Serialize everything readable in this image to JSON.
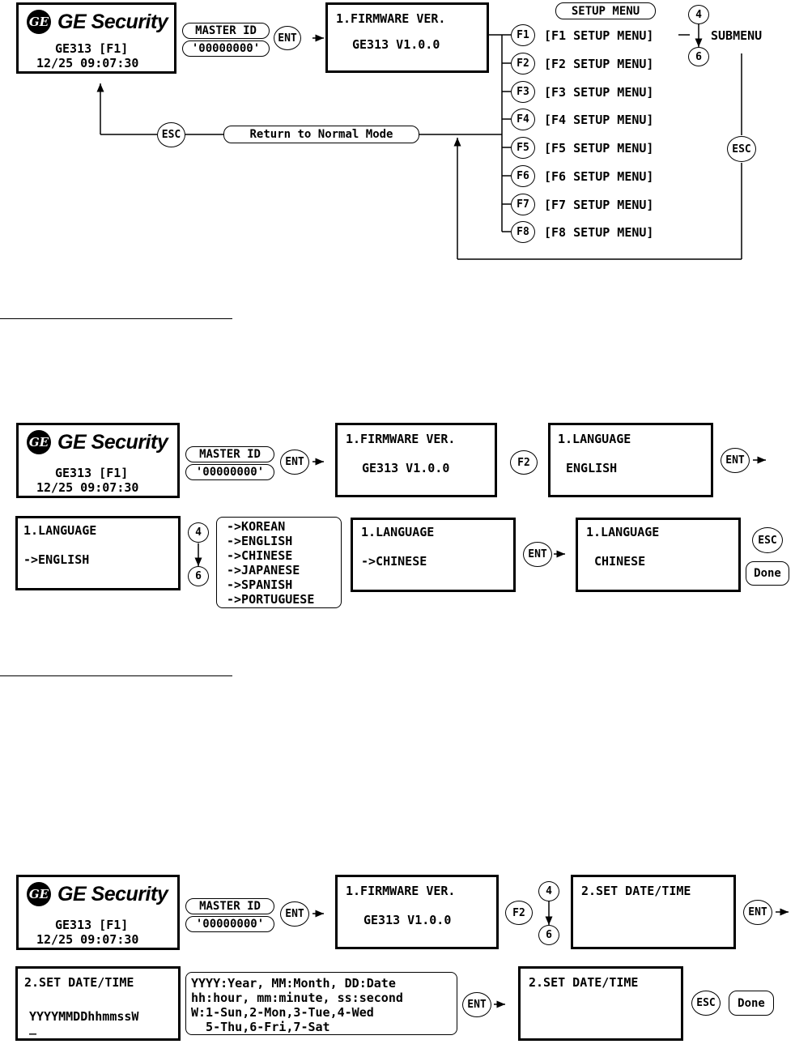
{
  "brand": {
    "logo": "GE",
    "name": "GE Security"
  },
  "home_screen": {
    "line1": "GE313 [F1]",
    "line2": "12/25 09:07:30"
  },
  "master_id": {
    "label": "MASTER ID",
    "value": "'00000000'"
  },
  "keys": {
    "ent": "ENT",
    "esc": "ESC",
    "f2": "F2",
    "up": "4",
    "down": "6",
    "done": "Done"
  },
  "firmware_screen": {
    "line1": "1.FIRMWARE VER.",
    "line2": "GE313 V1.0.0"
  },
  "section1": {
    "setup_menu_label": "SETUP MENU",
    "submenu_label": "SUBMENU",
    "return_label": "Return to Normal Mode",
    "fkeys": [
      {
        "key": "F1",
        "label": "[F1 SETUP MENU]"
      },
      {
        "key": "F2",
        "label": "[F2 SETUP MENU]"
      },
      {
        "key": "F3",
        "label": "[F3 SETUP MENU]"
      },
      {
        "key": "F4",
        "label": "[F4 SETUP MENU]"
      },
      {
        "key": "F5",
        "label": "[F5 SETUP MENU]"
      },
      {
        "key": "F6",
        "label": "[F6 SETUP MENU]"
      },
      {
        "key": "F7",
        "label": "[F7 SETUP MENU]"
      },
      {
        "key": "F8",
        "label": "[F8 SETUP MENU]"
      }
    ]
  },
  "section2": {
    "lang_screen1": {
      "line1": "1.LANGUAGE",
      "line2": "ENGLISH"
    },
    "lang_screen2": {
      "line1": "1.LANGUAGE",
      "line2": "->ENGLISH"
    },
    "options": [
      "->KOREAN",
      "->ENGLISH",
      "->CHINESE",
      "->JAPANESE",
      "->SPANISH",
      "->PORTUGUESE"
    ],
    "lang_screen3": {
      "line1": "1.LANGUAGE",
      "line2": "->CHINESE"
    },
    "lang_screen4": {
      "line1": "1.LANGUAGE",
      "line2": "CHINESE"
    }
  },
  "section3": {
    "date_screen1": {
      "line1": "2.SET DATE/TIME"
    },
    "date_screen2": {
      "line1": "2.SET DATE/TIME",
      "line2": "YYYYMMDDhhmmssW",
      "line3": "_"
    },
    "legend": [
      "YYYY:Year, MM:Month, DD:Date",
      "hh:hour, mm:minute, ss:second",
      "W:1-Sun,2-Mon,3-Tue,4-Wed",
      "  5-Thu,6-Fri,7-Sat"
    ],
    "date_screen3": {
      "line1": "2.SET DATE/TIME"
    }
  }
}
